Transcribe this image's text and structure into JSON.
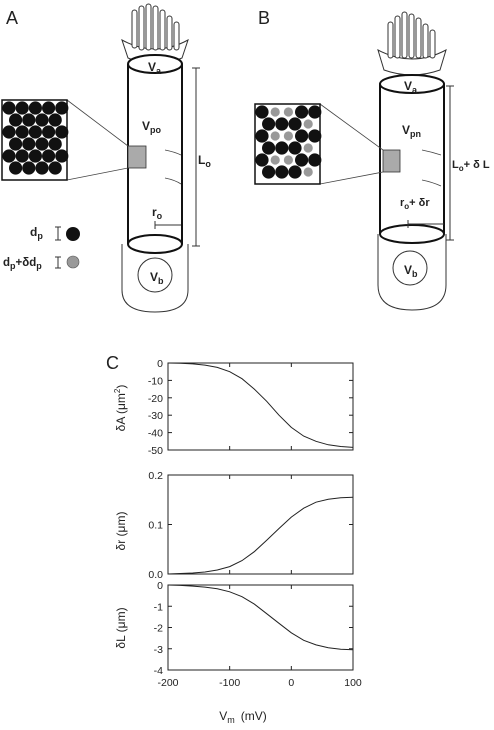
{
  "panels": {
    "a": {
      "letter": "A",
      "va": "a",
      "vpo": "po",
      "length": "o",
      "radius": "o",
      "vb": "b",
      "dp": "p",
      "dpdp_a": "p",
      "dpdp_b": "+",
      "dpdp_c": "δd",
      "dpdp_d": "p"
    },
    "b": {
      "letter": "B",
      "va": "a",
      "vpn": "pn",
      "length_a": "o",
      "length_b": "+ δ L",
      "radius_a": "o",
      "radius_b": "+ δr",
      "vb": "b"
    },
    "c": {
      "letter": "C"
    }
  },
  "symbols": {
    "V": "V",
    "L": "L",
    "r": "r",
    "d": "d"
  },
  "chart_data": [
    {
      "type": "line",
      "ylabel": "δA (μm²)",
      "ylabel_a": "δA (μm",
      "ylabel_b": "2",
      "ylabel_c": ")",
      "xlim": [
        -200,
        100
      ],
      "ylim": [
        -50,
        0
      ],
      "yticks": [
        "0",
        "-10",
        "-20",
        "-30",
        "-40",
        "-50"
      ],
      "yvals": [
        0,
        -10,
        -20,
        -30,
        -40,
        -50
      ],
      "series": [
        {
          "x": [
            -200,
            -180,
            -160,
            -140,
            -120,
            -100,
            -80,
            -60,
            -40,
            -20,
            0,
            20,
            40,
            60,
            80,
            100
          ],
          "y": [
            0,
            -0.2,
            -0.5,
            -1.2,
            -2.5,
            -5,
            -9,
            -15,
            -22,
            -30,
            -37,
            -42,
            -45,
            -47,
            -48,
            -48.5
          ]
        }
      ]
    },
    {
      "type": "line",
      "ylabel": "δr (μm)",
      "xlim": [
        -200,
        100
      ],
      "ylim": [
        0,
        0.2
      ],
      "yticks": [
        "0.2",
        "0.1",
        "0.0"
      ],
      "yvals": [
        0.2,
        0.1,
        0.0
      ],
      "series": [
        {
          "x": [
            -200,
            -180,
            -160,
            -140,
            -120,
            -100,
            -80,
            -60,
            -40,
            -20,
            0,
            20,
            40,
            60,
            80,
            100
          ],
          "y": [
            0,
            0.001,
            0.002,
            0.004,
            0.008,
            0.015,
            0.027,
            0.045,
            0.068,
            0.092,
            0.115,
            0.133,
            0.145,
            0.151,
            0.154,
            0.155
          ]
        }
      ]
    },
    {
      "type": "line",
      "ylabel": "δL (μm)",
      "xlabel": "V_m (mV)",
      "xlabel_a": "V",
      "xlabel_b": "m",
      "xlabel_c": "(mV)",
      "xlim": [
        -200,
        100
      ],
      "ylim": [
        -4,
        0
      ],
      "yticks": [
        "0",
        "-1",
        "-2",
        "-3",
        "-4"
      ],
      "yvals": [
        0,
        -1,
        -2,
        -3,
        -4
      ],
      "xticks": [
        "-200",
        "-100",
        "0",
        "100"
      ],
      "xvals": [
        -200,
        -100,
        0,
        100
      ],
      "series": [
        {
          "x": [
            -200,
            -180,
            -160,
            -140,
            -120,
            -100,
            -80,
            -60,
            -40,
            -20,
            0,
            20,
            40,
            60,
            80,
            100
          ],
          "y": [
            0,
            -0.02,
            -0.05,
            -0.1,
            -0.18,
            -0.32,
            -0.55,
            -0.9,
            -1.35,
            -1.8,
            -2.25,
            -2.6,
            -2.82,
            -2.95,
            -3.02,
            -3.05
          ]
        }
      ]
    }
  ]
}
